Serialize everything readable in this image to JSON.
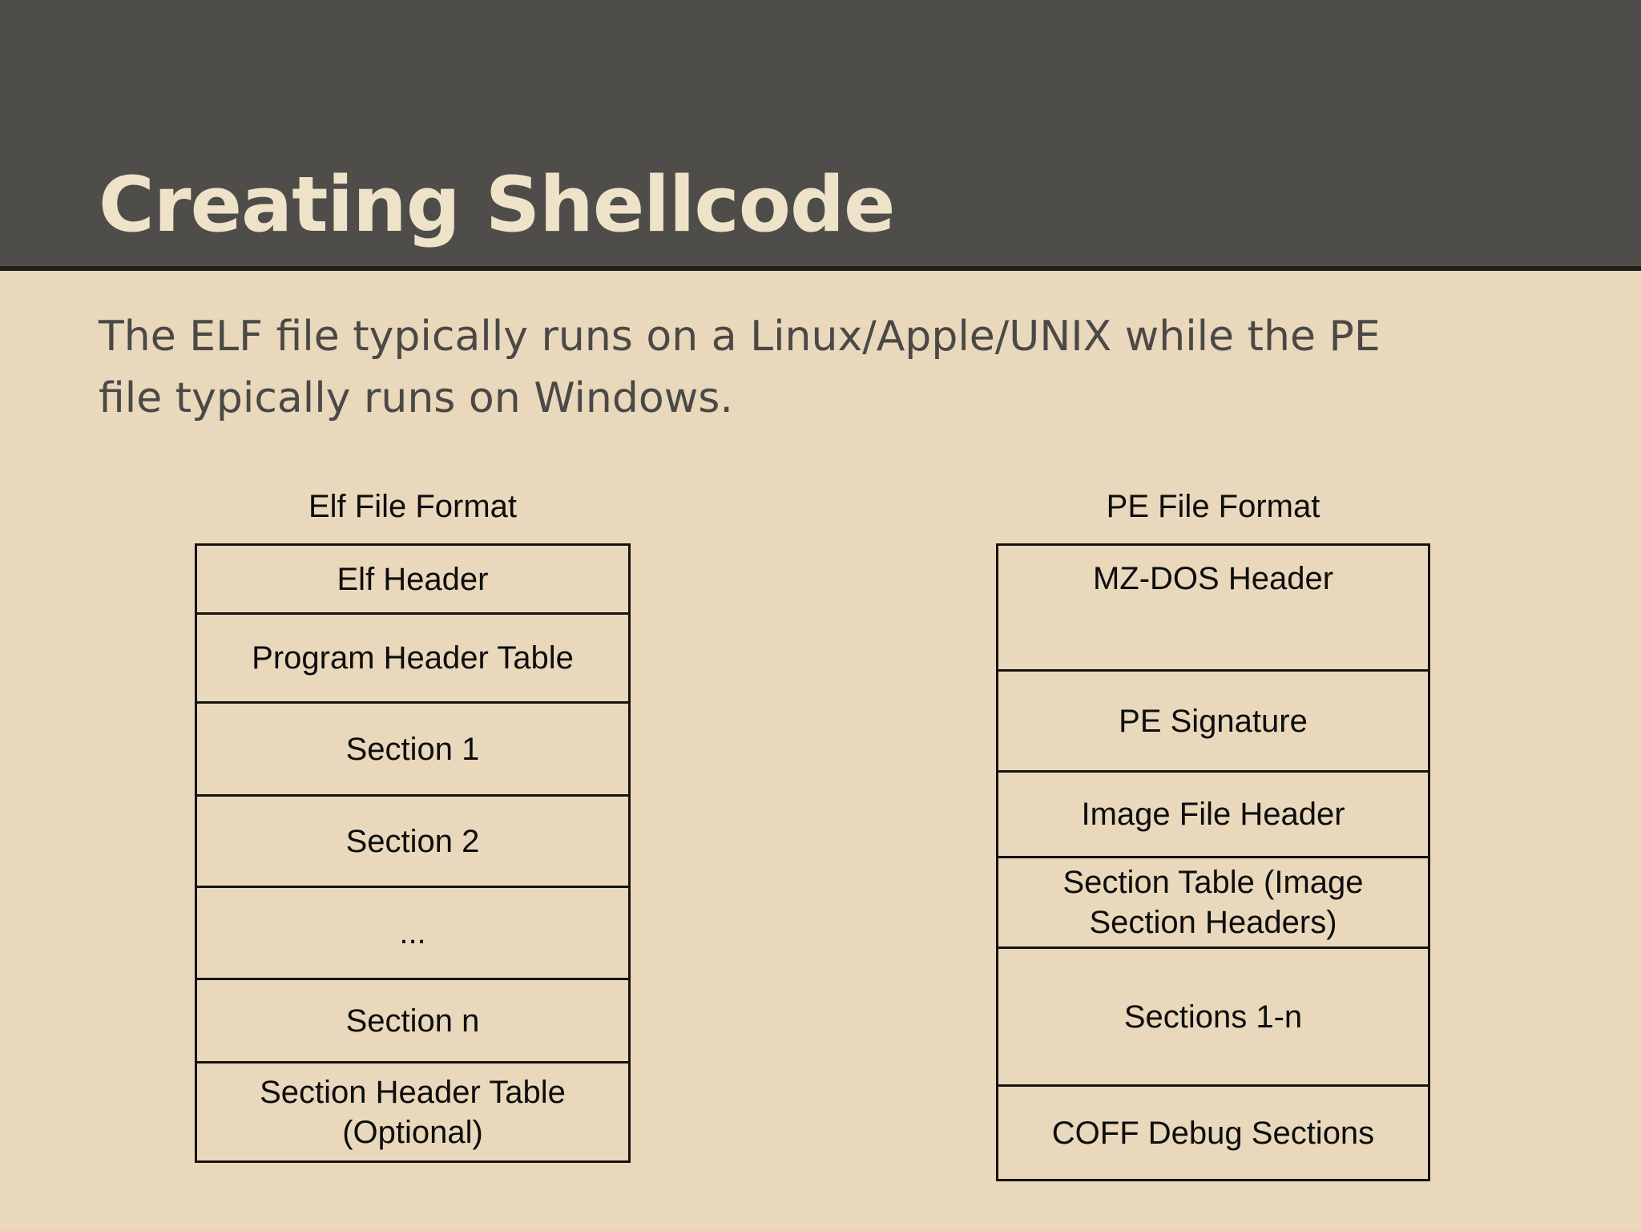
{
  "slide": {
    "title": "Creating Shellcode",
    "body_line1": "The ELF file typically runs on a Linux/Apple/UNIX while the PE",
    "body_line2": "file typically runs on Windows.",
    "colors": {
      "background": "#e9d8bb",
      "title_band": "#4e4d4a",
      "title_text": "#eee3c9",
      "body_text": "#4b4946",
      "diagram_border": "#151310"
    }
  },
  "diagrams": [
    {
      "title": "Elf File Format",
      "rows": [
        "Elf Header",
        "Program Header Table",
        "Section 1",
        "Section 2",
        "...",
        "Section n",
        "Section Header Table (Optional)"
      ]
    },
    {
      "title": "PE File Format",
      "rows": [
        "MZ-DOS Header",
        "PE Signature",
        "Image File Header",
        "Section Table (Image Section Headers)",
        "Sections 1-n",
        "COFF Debug Sections"
      ]
    }
  ]
}
